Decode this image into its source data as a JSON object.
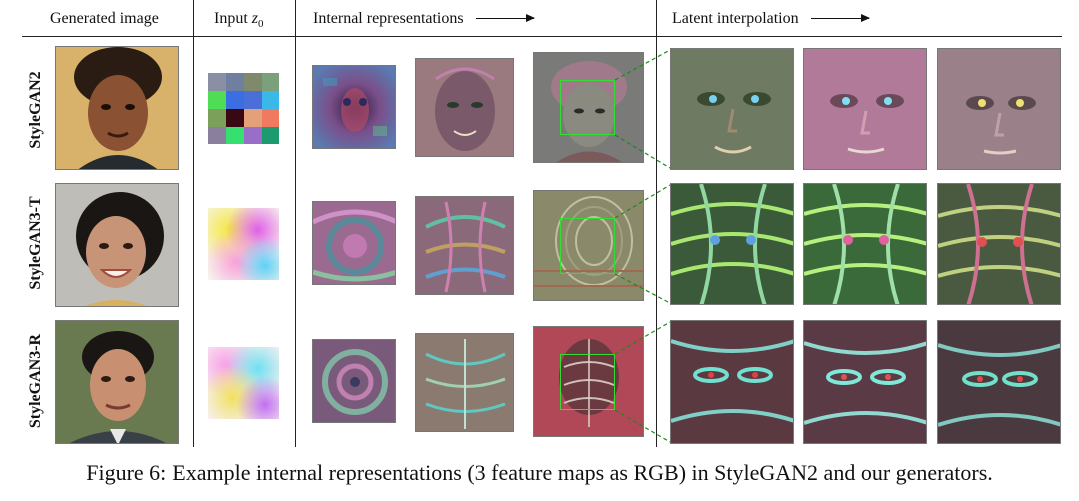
{
  "headers": {
    "generated": "Generated image",
    "input": "Input",
    "input_symbol": "z",
    "input_sub": "0",
    "internal": "Internal representations",
    "latent": "Latent interpolation"
  },
  "rows": [
    {
      "label": "StyleGAN2"
    },
    {
      "label": "StyleGAN3-T"
    },
    {
      "label": "StyleGAN3-R"
    }
  ],
  "caption": {
    "label": "Figure 6:",
    "text": "Example internal representations (3 feature maps as RGB) in StyleGAN2 and our generators."
  },
  "colors": {
    "zoom_box": "#33dd33",
    "zoom_lines": "#1a8a1a"
  }
}
